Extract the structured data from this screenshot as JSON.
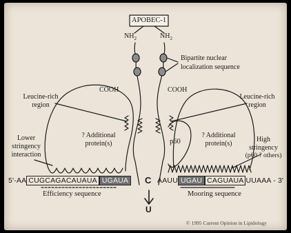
{
  "diagram": {
    "apobec_label": "APOBEC-1",
    "nh2_left": "NH",
    "nh2_right": "NH",
    "nh2_sub": "2",
    "nls_label_line1": "Bipartite nuclear",
    "nls_label_line2": "localization sequence",
    "cooh_left": "COOH",
    "cooh_right": "COOH",
    "leucine_left_line1": "Leucine-rich",
    "leucine_left_line2": "region",
    "leucine_right_line1": "Leucine-rich",
    "leucine_right_line2": "region",
    "additional_left_line1": "? Additional",
    "additional_left_line2": "protein(s)",
    "additional_right_line1": "? Additional",
    "additional_right_line2": "protein(s)",
    "p60_label": "p60",
    "lower_line1": "Lower",
    "lower_line2": "stringency",
    "lower_line3": "interaction",
    "high_line1": "High",
    "high_line2": "stringency",
    "high_line3": "(p60 ? others)",
    "seq_prefix": "5'-AA",
    "seq_underlined": "CUGCAGACAUAUA",
    "seq_boxed_left": "UGAUA",
    "seq_c": "C",
    "seq_mid": "AAUU",
    "seq_boxed_right": "UGAU",
    "seq_right_underlined": "CAGUAUA",
    "seq_suffix": "UUAAA - 3'",
    "arrow_u": "U",
    "efficiency_label": "Efficiency sequence",
    "mooring_label": "Mooring sequence",
    "copyright": "© 1995 Current Opinion in Lipidology"
  }
}
